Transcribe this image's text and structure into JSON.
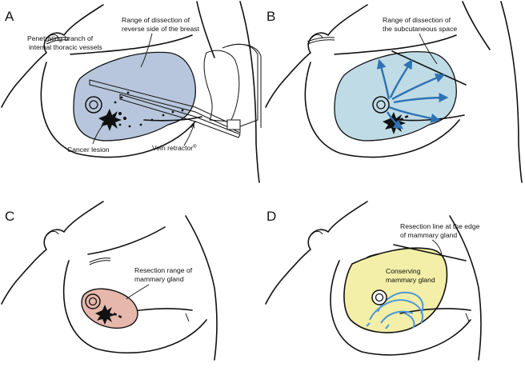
{
  "colors": {
    "panel_a_fill": "#b7c6dc",
    "panel_b_fill": "#bfdbe6",
    "panel_b_arrows": "#2f72b3",
    "panel_c_fill": "#e6b7ab",
    "panel_d_fill": "#f3efa8",
    "panel_d_veins": "#4f98d6",
    "outline": "#111111"
  },
  "panels": {
    "a": {
      "letter": "A",
      "label_range_1": "Range of dissection of",
      "label_range_2": "reverse side of the breast",
      "label_branch_1": "Penetrating branch of",
      "label_branch_2": "internal thoracic vessels",
      "label_cancer": "Cancer lesion",
      "label_retractor": "Vein retractor",
      "label_retractor_mark": "®"
    },
    "b": {
      "letter": "B",
      "label_range_1": "Range of dissection of",
      "label_range_2": "the subcutaneous space"
    },
    "c": {
      "letter": "C",
      "label_resection_1": "Resection range of",
      "label_resection_2": "mammary gland"
    },
    "d": {
      "letter": "D",
      "label_line_1": "Resection line at the edge",
      "label_line_2": "of mammary gland",
      "label_conserve_1": "Conserving",
      "label_conserve_2": "mammary gland"
    }
  }
}
